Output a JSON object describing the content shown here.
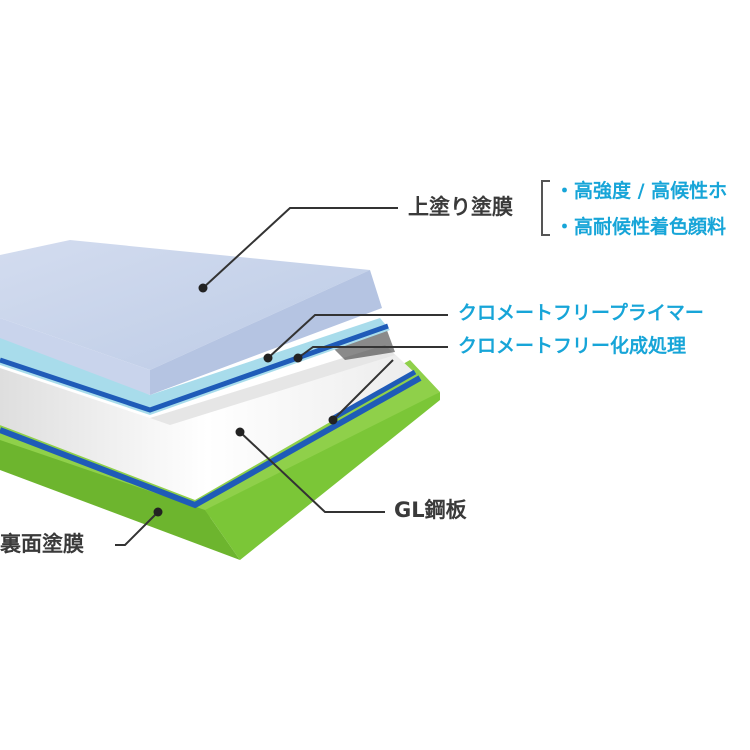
{
  "labels": {
    "top_coat": "上塗り塗膜",
    "top_coat_features": [
      "・高強度 / 高候性ホ",
      "・高耐候性着色顔料"
    ],
    "chromate_free_primer": "クロメートフリープライマー",
    "chromate_free_treatment": "クロメートフリー化成処理",
    "gl_steel": "GL鋼板",
    "back_coat": "裏面塗膜"
  },
  "colors": {
    "top_coat_face": "#c6d2ea",
    "top_coat_side": "#b3c2e0",
    "primer": "#a8dceb",
    "primer_line": "#1f5bb8",
    "steel": "#f3f3f3",
    "back_coat": "#7bc637",
    "leader_line": "#333333",
    "text_dark": "#3a3a3a",
    "text_blue": "#17a5d8"
  }
}
